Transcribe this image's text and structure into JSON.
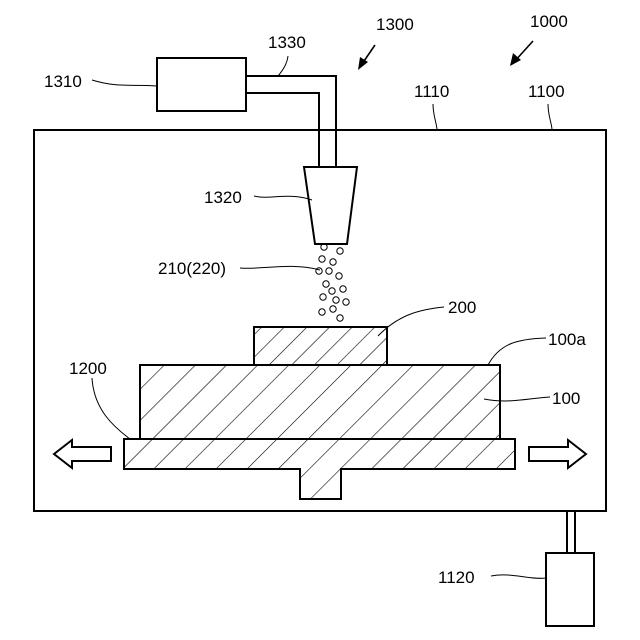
{
  "labels": {
    "apparatus": "1000",
    "chamber": "1100",
    "chamber_wall": "1110",
    "pump": "1120",
    "stage": "1200",
    "supply_unit": "1300",
    "supply_source": "1310",
    "nozzle": "1320",
    "supply_pipe": "1330",
    "substrate": "100",
    "substrate_surface": "100a",
    "film": "200",
    "particles": "210(220)"
  }
}
